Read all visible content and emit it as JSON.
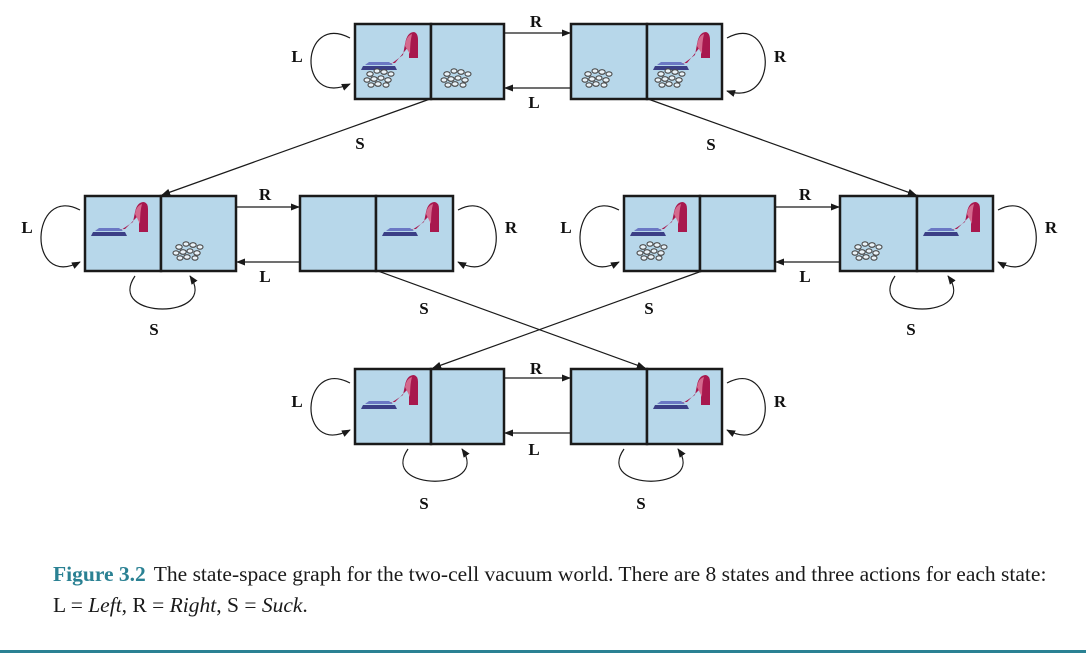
{
  "actions": {
    "left": "L",
    "right": "R",
    "suck": "S"
  },
  "colors": {
    "cell_fill": "#b7d7ea",
    "vacuum_body": "#a8184e",
    "vacuum_base": "#3b3f86",
    "caption_accent": "#2a8193"
  },
  "icons": {
    "vacuum": "vacuum-cleaner-icon",
    "dirt": "dirt-pile-icon"
  },
  "states": [
    {
      "id": "s1",
      "vacuum": "left",
      "dirt": [
        "left",
        "right"
      ]
    },
    {
      "id": "s2",
      "vacuum": "right",
      "dirt": [
        "left",
        "right"
      ]
    },
    {
      "id": "s3",
      "vacuum": "left",
      "dirt": [
        "right"
      ]
    },
    {
      "id": "s4",
      "vacuum": "right",
      "dirt": []
    },
    {
      "id": "s5",
      "vacuum": "left",
      "dirt": [
        "left"
      ]
    },
    {
      "id": "s6",
      "vacuum": "right",
      "dirt": [
        "left"
      ]
    },
    {
      "id": "s7",
      "vacuum": "left",
      "dirt": []
    },
    {
      "id": "s8",
      "vacuum": "right",
      "dirt": []
    }
  ],
  "transitions": [
    {
      "from": "s1",
      "to": "s2",
      "action": "R"
    },
    {
      "from": "s2",
      "to": "s1",
      "action": "L"
    },
    {
      "from": "s1",
      "to": "s1",
      "action": "L"
    },
    {
      "from": "s2",
      "to": "s2",
      "action": "R"
    },
    {
      "from": "s1",
      "to": "s3",
      "action": "S"
    },
    {
      "from": "s2",
      "to": "s6",
      "action": "S"
    },
    {
      "from": "s3",
      "to": "s4",
      "action": "R"
    },
    {
      "from": "s4",
      "to": "s3",
      "action": "L"
    },
    {
      "from": "s3",
      "to": "s3",
      "action": "L"
    },
    {
      "from": "s3",
      "to": "s3",
      "action": "S"
    },
    {
      "from": "s4",
      "to": "s4",
      "action": "R"
    },
    {
      "from": "s4",
      "to": "s8",
      "action": "S"
    },
    {
      "from": "s5",
      "to": "s6",
      "action": "R"
    },
    {
      "from": "s6",
      "to": "s5",
      "action": "L"
    },
    {
      "from": "s5",
      "to": "s5",
      "action": "L"
    },
    {
      "from": "s5",
      "to": "s7",
      "action": "S"
    },
    {
      "from": "s6",
      "to": "s6",
      "action": "R"
    },
    {
      "from": "s6",
      "to": "s6",
      "action": "S"
    },
    {
      "from": "s7",
      "to": "s8",
      "action": "R"
    },
    {
      "from": "s8",
      "to": "s7",
      "action": "L"
    },
    {
      "from": "s7",
      "to": "s7",
      "action": "L"
    },
    {
      "from": "s7",
      "to": "s7",
      "action": "S"
    },
    {
      "from": "s8",
      "to": "s8",
      "action": "R"
    },
    {
      "from": "s8",
      "to": "s8",
      "action": "S"
    }
  ],
  "caption": {
    "figure_label": "Figure 3.2",
    "text_before": "The state-space graph for the two-cell vacuum world. There are 8 states and three actions for each state: L = ",
    "left_word": "Left",
    "sep1": ", R = ",
    "right_word": "Right",
    "sep2": ", S = ",
    "suck_word": "Suck",
    "text_after": "."
  }
}
